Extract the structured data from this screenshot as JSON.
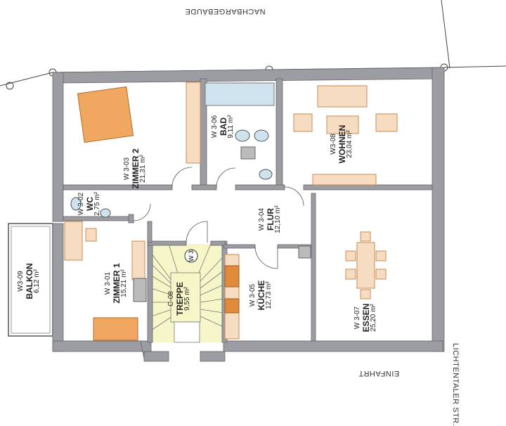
{
  "surroundings": {
    "top": "NACHBARGEBÄUDE",
    "bottom": "EINFAHRT",
    "right": "LICHTENTALER STR."
  },
  "rooms": [
    {
      "id": "W 3-03",
      "name": "ZIMMER 2",
      "area": "21,31 m²"
    },
    {
      "id": "W 3-06",
      "name": "BAD",
      "area": "9,11 m²"
    },
    {
      "id": "W3-08",
      "name": "WOHNEN",
      "area": "23,04 m²"
    },
    {
      "id": "W 3-02",
      "name": "WC",
      "area": "2,75 m²"
    },
    {
      "id": "W 3-04",
      "name": "FLUR",
      "area": "12,10 m²"
    },
    {
      "id": "W3-09",
      "name": "BALKON",
      "area": "6,12 m²"
    },
    {
      "id": "W 3-01",
      "name": "ZIMMER 1",
      "area": "15,21 m²"
    },
    {
      "id": "C-08",
      "name": "TREPPE",
      "area": "9,55 m²"
    },
    {
      "id": "W 3-05",
      "name": "KÜCHE",
      "area": "12,73 m²"
    },
    {
      "id": "W 3-07",
      "name": "ESSEN",
      "area": "25,20 m²"
    }
  ],
  "stair_marker": "W 3",
  "colors": {
    "wall": "#9c9ca3",
    "furniture": "#f6dcc0",
    "furniture_edge": "#c98a55",
    "bed": "#f0a860",
    "stair": "#f7f6c8"
  }
}
